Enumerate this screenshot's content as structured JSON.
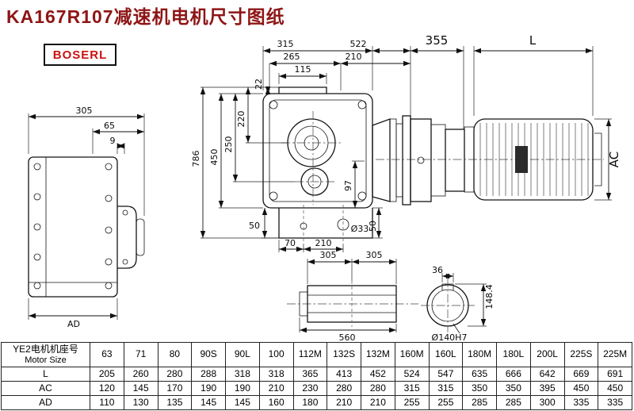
{
  "title": "KA167R107减速机电机尺寸图纸",
  "logo": "BOSERL",
  "drawing": {
    "side": {
      "w305": "305",
      "w65": "65",
      "w9": "9",
      "ad": "AD"
    },
    "front": {
      "t315": "315",
      "t522": "522",
      "t265": "265",
      "t210": "210",
      "t115": "115",
      "t22": "22",
      "v220": "220",
      "v250": "250",
      "v450": "450",
      "v786": "786",
      "v97": "97",
      "b50l": "50",
      "b70": "70",
      "b210": "210",
      "dia33": "Ø33",
      "b50r": "50"
    },
    "motor": {
      "w355": "355",
      "len": "L",
      "ac": "AC"
    },
    "shaft": {
      "a305": "305",
      "b305": "305",
      "len560": "560"
    },
    "bore": {
      "k36": "36",
      "h148": "148.4",
      "dia140": "Ø140H7"
    }
  },
  "table": {
    "header_cn": "YE2电机机座号",
    "header_en": "Motor Size",
    "sizes": [
      "63",
      "71",
      "80",
      "90S",
      "90L",
      "100",
      "112M",
      "132S",
      "132M",
      "160M",
      "160L",
      "180M",
      "180L",
      "200L",
      "225S",
      "225M"
    ],
    "rows": [
      {
        "label": "L",
        "values": [
          "205",
          "260",
          "280",
          "288",
          "318",
          "318",
          "365",
          "413",
          "452",
          "524",
          "547",
          "635",
          "666",
          "642",
          "669",
          "691"
        ]
      },
      {
        "label": "AC",
        "values": [
          "120",
          "145",
          "170",
          "190",
          "190",
          "210",
          "230",
          "280",
          "280",
          "315",
          "315",
          "350",
          "350",
          "395",
          "450",
          "450"
        ]
      },
      {
        "label": "AD",
        "values": [
          "110",
          "130",
          "135",
          "145",
          "145",
          "160",
          "180",
          "210",
          "210",
          "255",
          "255",
          "285",
          "285",
          "300",
          "335",
          "335"
        ]
      }
    ]
  }
}
